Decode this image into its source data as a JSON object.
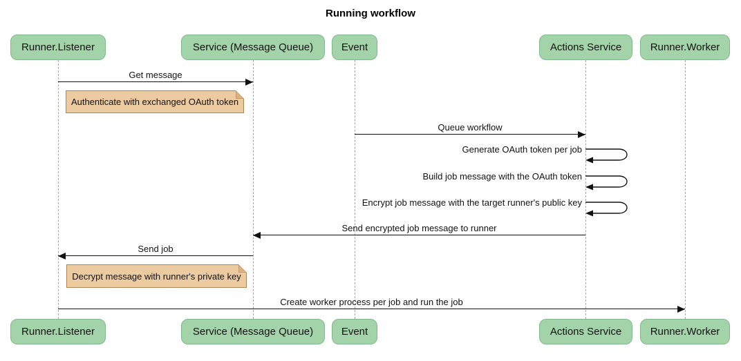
{
  "title": "Running workflow",
  "diagram_type": "sequence",
  "actors": [
    {
      "label": "Runner.Listener"
    },
    {
      "label": "Service (Message Queue)"
    },
    {
      "label": "Event"
    },
    {
      "label": "Actions Service"
    },
    {
      "label": "Runner.Worker"
    }
  ],
  "messages": [
    {
      "text": "Get message",
      "from": "Runner.Listener",
      "to": "Service (Message Queue)",
      "type": "solid-arrow"
    },
    {
      "text": "Queue workflow",
      "from": "Event",
      "to": "Actions Service",
      "type": "solid-arrow"
    },
    {
      "text": "Generate OAuth token per job",
      "from": "Actions Service",
      "to": "Actions Service",
      "type": "self-loop"
    },
    {
      "text": "Build job message with the OAuth token",
      "from": "Actions Service",
      "to": "Actions Service",
      "type": "self-loop"
    },
    {
      "text": "Encrypt job message with the target runner's public key",
      "from": "Actions Service",
      "to": "Actions Service",
      "type": "self-loop"
    },
    {
      "text": "Send encrypted job message to runner",
      "from": "Actions Service",
      "to": "Service (Message Queue)",
      "type": "solid-arrow"
    },
    {
      "text": "Send job",
      "from": "Service (Message Queue)",
      "to": "Runner.Listener",
      "type": "solid-arrow"
    },
    {
      "text": "Create worker process per job and run the job",
      "from": "Runner.Listener",
      "to": "Runner.Worker",
      "type": "solid-arrow"
    }
  ],
  "notes": [
    {
      "text": "Authenticate with exchanged OAuth token",
      "over": "Runner.Listener"
    },
    {
      "text": "Decrypt message with runner's private key",
      "over": "Runner.Listener"
    }
  ],
  "colors": {
    "actor_fill": "#a3d4a9",
    "actor_border": "#81b88b",
    "note_fill": "#edcba1",
    "note_border": "#ae8452",
    "line": "#111111",
    "lifeline": "#a6a6a6",
    "background": "#ffffff"
  }
}
